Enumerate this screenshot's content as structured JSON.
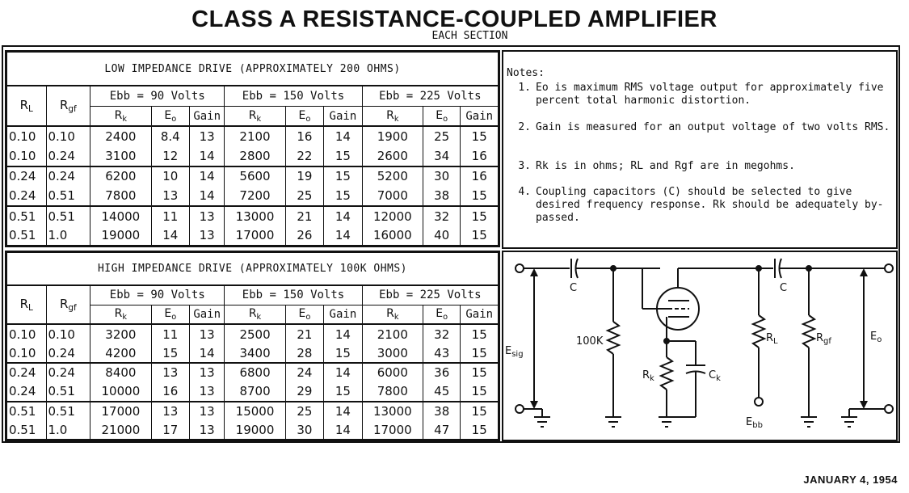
{
  "title": "CLASS A RESISTANCE-COUPLED AMPLIFIER",
  "subtitle": "EACH SECTION",
  "date": "JANUARY 4, 1954",
  "headers": {
    "rl": "R",
    "rl_sub": "L",
    "rgf": "R",
    "rgf_sub": "gf",
    "rk": "R",
    "rk_sub": "k",
    "eo": "E",
    "eo_sub": "o",
    "gain": "Gain"
  },
  "ebb_labels": [
    "Ebb = 90 Volts",
    "Ebb = 150 Volts",
    "Ebb = 225 Volts"
  ],
  "low": {
    "caption": "LOW IMPEDANCE DRIVE (APPROXIMATELY 200 OHMS)",
    "rows": [
      [
        "0.10",
        "0.10",
        "2400",
        "8.4",
        "13",
        "2100",
        "16",
        "14",
        "1900",
        "25",
        "15"
      ],
      [
        "0.10",
        "0.24",
        "3100",
        "12",
        "14",
        "2800",
        "22",
        "15",
        "2600",
        "34",
        "16"
      ],
      [
        "0.24",
        "0.24",
        "6200",
        "10",
        "14",
        "5600",
        "19",
        "15",
        "5200",
        "30",
        "16"
      ],
      [
        "0.24",
        "0.51",
        "7800",
        "13",
        "14",
        "7200",
        "25",
        "15",
        "7000",
        "38",
        "15"
      ],
      [
        "0.51",
        "0.51",
        "14000",
        "11",
        "13",
        "13000",
        "21",
        "14",
        "12000",
        "32",
        "15"
      ],
      [
        "0.51",
        "1.0",
        "19000",
        "14",
        "13",
        "17000",
        "26",
        "14",
        "16000",
        "40",
        "15"
      ]
    ]
  },
  "high": {
    "caption": "HIGH IMPEDANCE DRIVE (APPROXIMATELY 100K OHMS)",
    "rows": [
      [
        "0.10",
        "0.10",
        "3200",
        "11",
        "13",
        "2500",
        "21",
        "14",
        "2100",
        "32",
        "15"
      ],
      [
        "0.10",
        "0.24",
        "4200",
        "15",
        "14",
        "3400",
        "28",
        "15",
        "3000",
        "43",
        "15"
      ],
      [
        "0.24",
        "0.24",
        "8400",
        "13",
        "13",
        "6800",
        "24",
        "14",
        "6000",
        "36",
        "15"
      ],
      [
        "0.24",
        "0.51",
        "10000",
        "16",
        "13",
        "8700",
        "29",
        "15",
        "7800",
        "45",
        "15"
      ],
      [
        "0.51",
        "0.51",
        "17000",
        "13",
        "13",
        "15000",
        "25",
        "14",
        "13000",
        "38",
        "15"
      ],
      [
        "0.51",
        "1.0",
        "21000",
        "17",
        "13",
        "19000",
        "30",
        "14",
        "17000",
        "47",
        "15"
      ]
    ]
  },
  "notes": {
    "header": "Notes:",
    "items": [
      {
        "num": "1.",
        "text": "Eo is maximum RMS voltage output for approximately five percent total harmonic distortion."
      },
      {
        "num": "2.",
        "text": "Gain is measured for an output voltage of two volts RMS."
      },
      {
        "num": "3.",
        "text": "Rk is in ohms; RL and Rgf are in megohms."
      },
      {
        "num": "4.",
        "text": "Coupling capacitors (C) should be selected to give desired frequency response. Rk should be adequately by-passed."
      }
    ]
  },
  "schematic": {
    "c_in": "C",
    "c_out": "C",
    "r_grid": "100K",
    "rk": "R",
    "rk_sub": "k",
    "ck": "C",
    "ck_sub": "k",
    "rl": "R",
    "rl_sub": "L",
    "rgf": "R",
    "rgf_sub": "gf",
    "esig": "E",
    "esig_sub": "sig",
    "ebb": "E",
    "ebb_sub": "bb",
    "eo": "E",
    "eo_sub": "o"
  }
}
